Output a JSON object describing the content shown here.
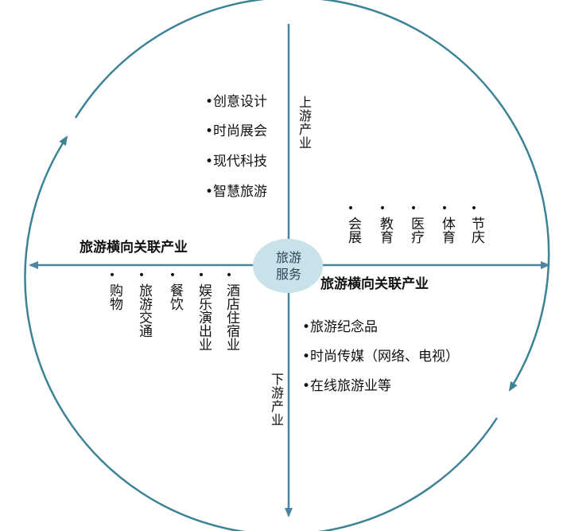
{
  "center": {
    "line1": "旅游",
    "line2": "服务"
  },
  "upstream_label": "上游产业",
  "downstream_label": "下游产业",
  "left_axis_label": "旅游横向关联产业",
  "right_axis_label": "旅游横向关联产业",
  "upstream_items": [
    "•创意设计",
    "•时尚展会",
    "•现代科技",
    "•智慧旅游"
  ],
  "downstream_items": [
    "•旅游纪念品",
    "•时尚传媒（网络、电视）",
    "•在线旅游业等"
  ],
  "right_columns": [
    "会展",
    "教育",
    "医疗",
    "体育",
    "节庆"
  ],
  "left_columns": [
    "购物",
    "旅游交通",
    "餐饮",
    "娱乐演出业",
    "酒店住宿业"
  ],
  "colors": {
    "circle": "#3c8296",
    "axis": "#4a86a0",
    "center_fill": "#c9e2ea"
  }
}
